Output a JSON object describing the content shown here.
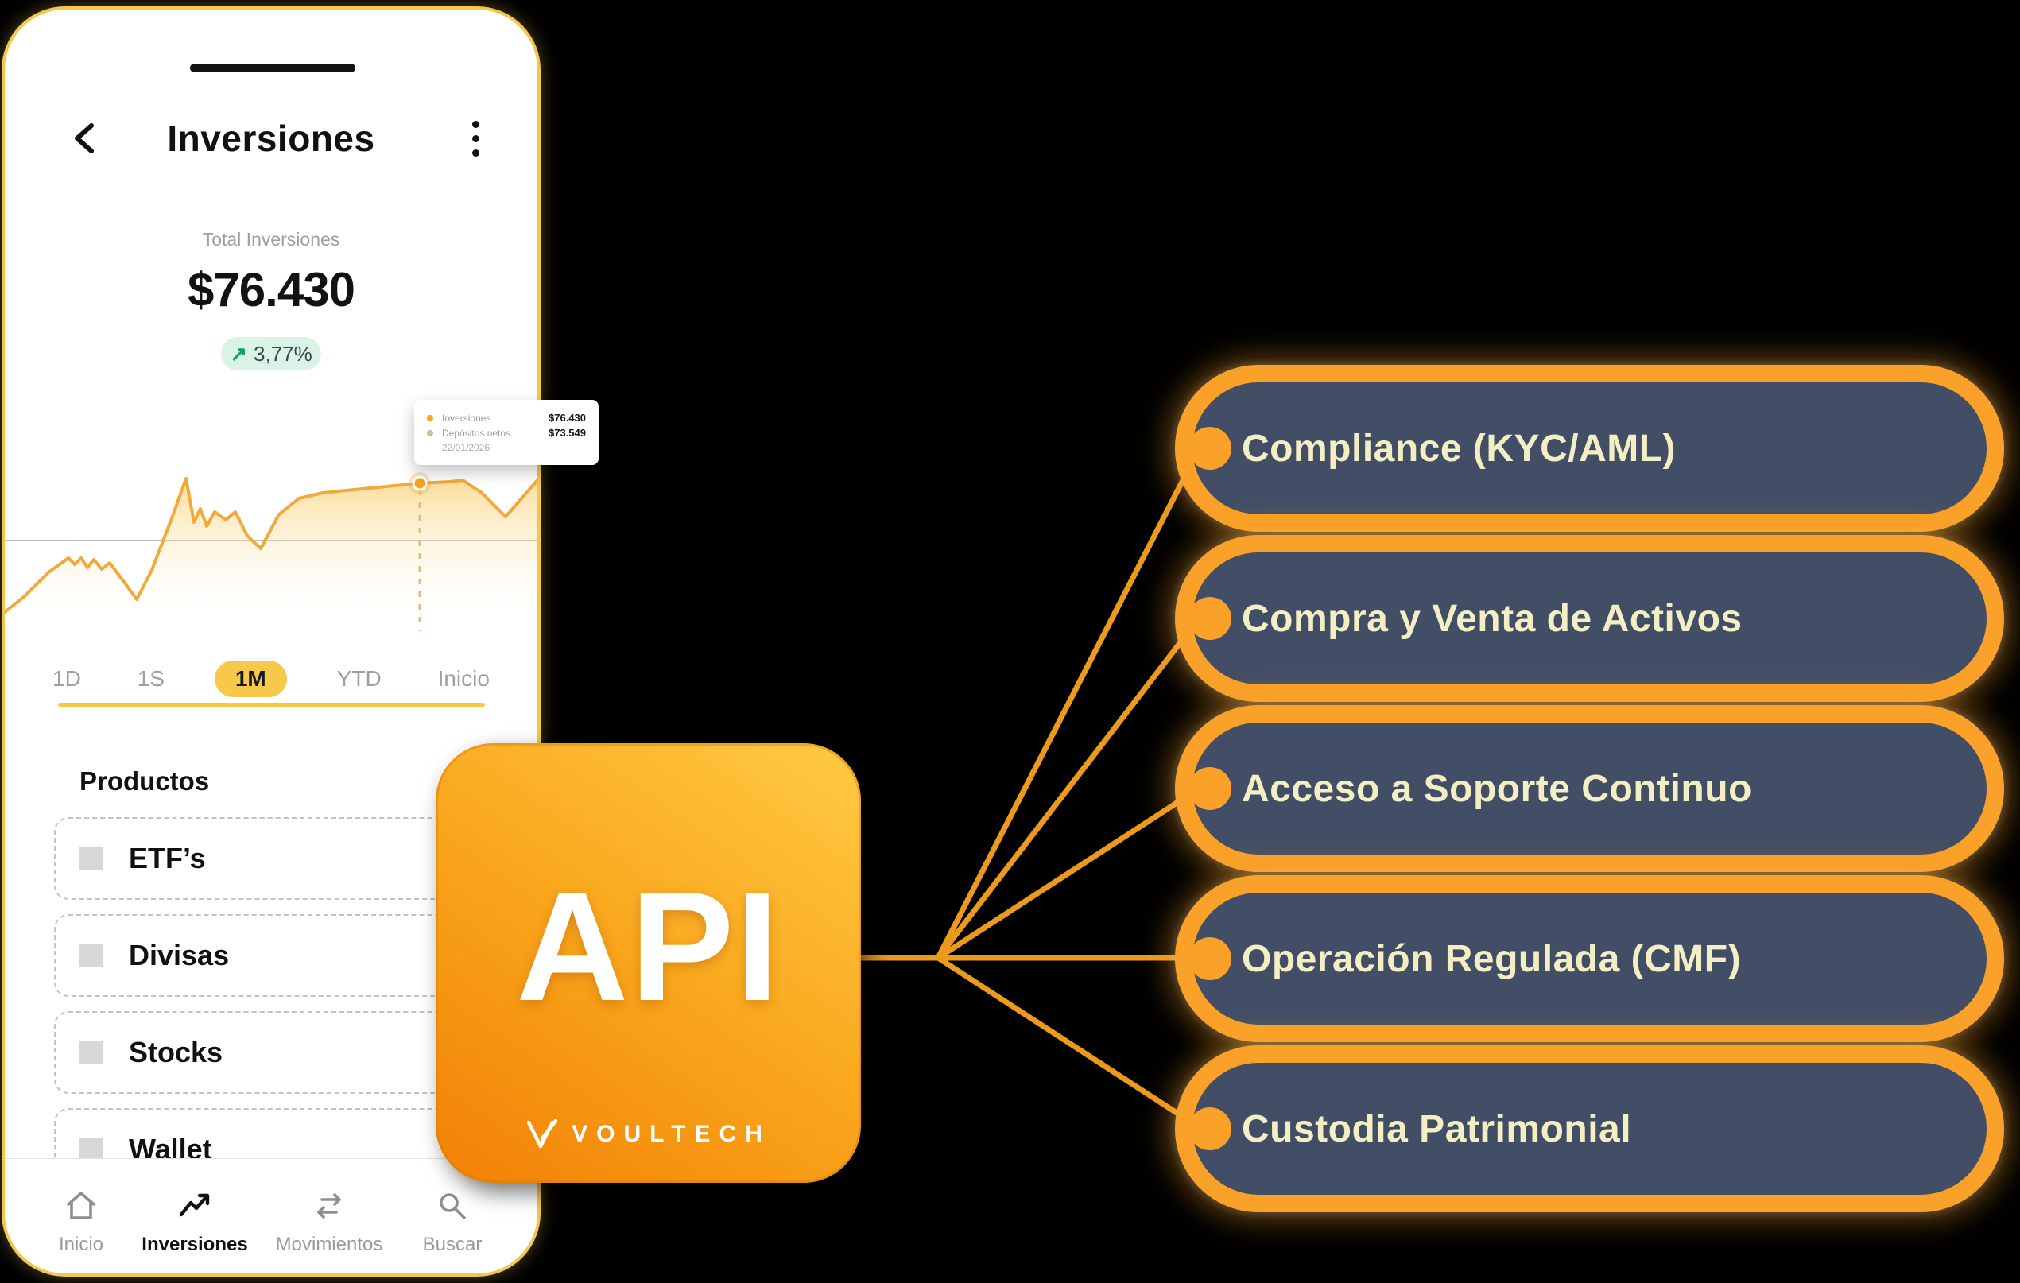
{
  "phone": {
    "header": {
      "title": "Inversiones"
    },
    "summary": {
      "label": "Total Inversiones",
      "value": "$76.430",
      "change_arrow": "↗",
      "change": "3,77%"
    },
    "tooltip": {
      "rows": [
        {
          "label": "Inversiones",
          "value": "$76.430"
        },
        {
          "label": "Depósitos netos",
          "value": "$73.549"
        }
      ],
      "date": "22/01/2026"
    },
    "tabs": [
      "1D",
      "1S",
      "1M",
      "YTD",
      "Inicio"
    ],
    "active_tab": "1M",
    "products": {
      "heading": "Productos",
      "items": [
        "ETF’s",
        "Divisas",
        "Stocks",
        "Wallet"
      ]
    },
    "nav": [
      "Inicio",
      "Inversiones",
      "Movimientos",
      "Buscar"
    ],
    "active_nav": "Inversiones"
  },
  "api": {
    "title": "API",
    "brand": "VOULTECH"
  },
  "features": [
    "Compliance (KYC/AML)",
    "Compra y Venta de Activos",
    "Acceso a Soporte Continuo",
    "Operación Regulada (CMF)",
    "Custodia Patrimonial"
  ],
  "chart_data": {
    "type": "area",
    "title": "Total Inversiones",
    "selected_range": "1M",
    "marker_date": "22/01/2026",
    "series": [
      {
        "name": "Inversiones",
        "latest_value": 76430,
        "change_pct": "3,77%"
      },
      {
        "name": "Depósitos netos",
        "latest_value": 73549
      }
    ],
    "grid": "single horizontal baseline",
    "legend_position": "tooltip"
  },
  "colors": {
    "accent_orange": "#F9A128",
    "pill_navy": "#424E66",
    "pill_text_cream": "#F4EEC3",
    "chart_line": "#F2A93B",
    "badge_mint": "#D9F4E6",
    "badge_green": "#149E68",
    "tab_yellow": "#F7C94B",
    "phone_border": "#F3C74E",
    "background": "#000000"
  }
}
